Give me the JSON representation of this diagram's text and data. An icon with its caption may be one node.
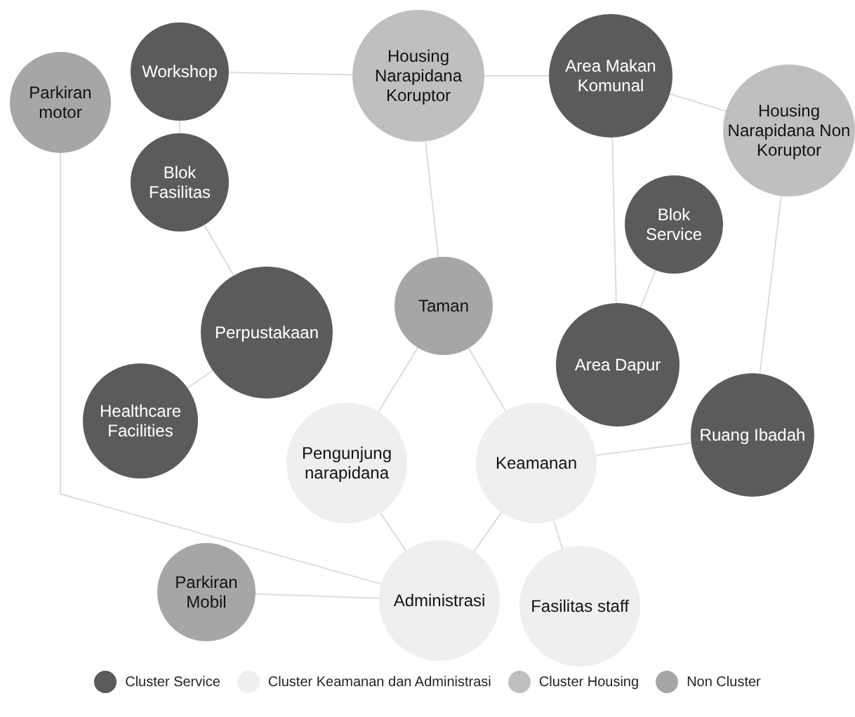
{
  "diagram": {
    "nodes": [
      {
        "text": [
          "Parkiran motor"
        ]
      },
      {
        "text": [
          "Workshop"
        ]
      },
      {
        "text": [
          "Housing Narapidana Koruptor"
        ]
      },
      {
        "text": [
          "Area Makan Komunal"
        ]
      },
      {
        "text": [
          "Housing Narapidana Non Koruptor"
        ]
      },
      {
        "text": [
          "Blok Fasilitas"
        ]
      },
      {
        "text": [
          "Blok Service"
        ]
      },
      {
        "text": [
          "Taman"
        ]
      },
      {
        "text": [
          "Perpustakaan"
        ]
      },
      {
        "text": [
          "Area Dapur"
        ]
      },
      {
        "text": [
          "Healthcare Facilities"
        ]
      },
      {
        "text": [
          "Ruang Ibadah"
        ]
      },
      {
        "text": [
          "Pengunjung narapidana"
        ]
      },
      {
        "text": [
          "Keamanan"
        ]
      },
      {
        "text": [
          "Parkiran Mobil"
        ]
      },
      {
        "text": [
          "Administrasi"
        ]
      },
      {
        "text": [
          "Fasilitas staff"
        ]
      }
    ],
    "edges": [
      {
        "from": 1,
        "to": 2,
        "arrow": "none"
      },
      {
        "from": 2,
        "to": 3,
        "arrow": "none"
      },
      {
        "from": 3,
        "to": 4,
        "arrow": "none"
      },
      {
        "from": 1,
        "to": 5,
        "arrow": "none"
      },
      {
        "from": 5,
        "to": 8,
        "arrow": "none"
      },
      {
        "from": 2,
        "to": 7,
        "arrow": "none"
      },
      {
        "from": 3,
        "to": 9,
        "arrow": "none"
      },
      {
        "from": 6,
        "to": 9,
        "arrow": "none"
      },
      {
        "from": 4,
        "to": 11,
        "arrow": "none"
      },
      {
        "from": 8,
        "to": 10,
        "arrow": "none"
      },
      {
        "from": 7,
        "to": 12,
        "arrow": "none"
      },
      {
        "from": 7,
        "to": 13,
        "arrow": "none"
      },
      {
        "from": 13,
        "to": 11,
        "arrow": "none"
      },
      {
        "from": 12,
        "to": 15,
        "arrow": "none"
      },
      {
        "from": 13,
        "to": 15,
        "arrow": "none"
      },
      {
        "from": 13,
        "to": 16,
        "arrow": "none"
      },
      {
        "from": 14,
        "to": 15,
        "arrow": "none"
      },
      {
        "from": 0,
        "to": 15,
        "arrow": "none"
      }
    ],
    "legend": [
      {
        "text": "Cluster Service",
        "color": "#5b5b5b"
      },
      {
        "text": "Cluster Keamanan dan Administrasi",
        "color": "#efefef"
      },
      {
        "text": "Cluster Housing",
        "color": "#bfbfbf"
      },
      {
        "text": "Non Cluster",
        "color": "#a6a6a6"
      }
    ]
  }
}
